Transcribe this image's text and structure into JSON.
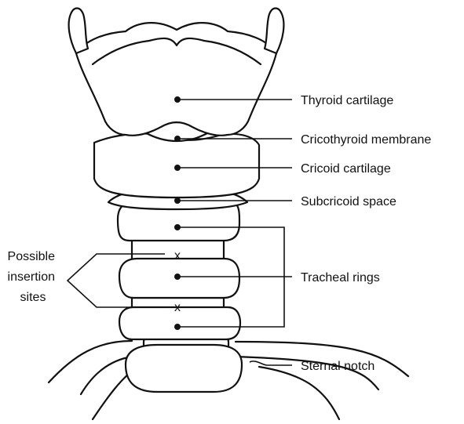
{
  "labels": {
    "thyroid_cartilage": "Thyroid cartilage",
    "cricothyroid_membrane": "Cricothyroid membrane",
    "cricoid_cartilage": "Cricoid cartilage",
    "subcricoid_space": "Subcricoid space",
    "tracheal_rings": "Tracheal rings",
    "sternal_notch": "Sternal notch",
    "insertion_sites": [
      "Possible",
      "insertion",
      "sites"
    ],
    "insertion_mark": "x"
  },
  "colors": {
    "ink": "#111111",
    "background": "#ffffff"
  }
}
